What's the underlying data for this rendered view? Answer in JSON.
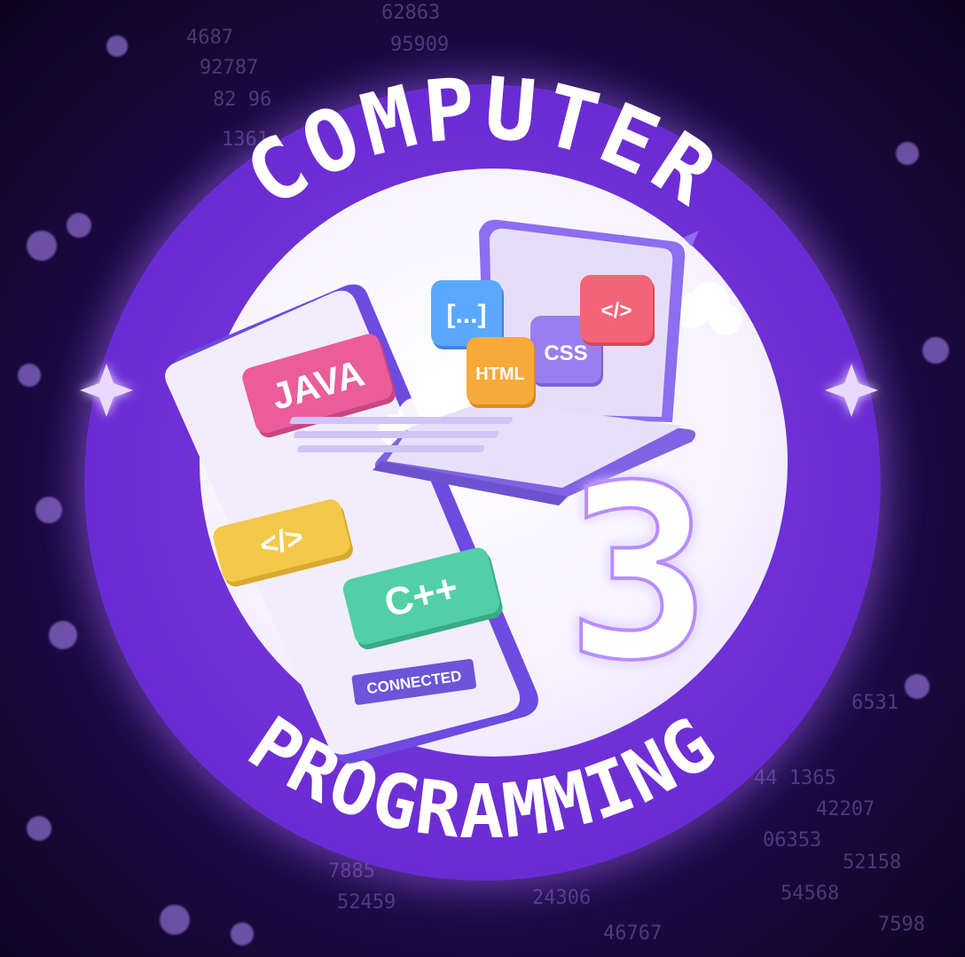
{
  "ring": {
    "top_text": "COMPUTER",
    "bottom_text": "PROGRAMMING"
  },
  "badge": {
    "number": "3"
  },
  "illustration": {
    "phone_tags": [
      "JAVA",
      "</>",
      "C++"
    ],
    "phone_status": "CONNECTED",
    "laptop_tags": [
      "[...]",
      "HTML",
      "CSS",
      "</>"
    ]
  },
  "background_numbers": [
    "62863",
    "4687",
    "95909",
    "92787",
    "82 96",
    "1361",
    "6531",
    "44 1365",
    "42207",
    "06353",
    "52158",
    "54568",
    "7885",
    "52459",
    "24306",
    "46767",
    "7598"
  ],
  "colors": {
    "ring": "#6a2bd2",
    "text": "#ffffff",
    "java": "#ea5d9a",
    "code": "#f4c84a",
    "cpp": "#52cfa6",
    "html": "#f7a93c",
    "css": "#9a7ef0",
    "red_tag": "#f46478",
    "blue_tag": "#5aa8ff"
  }
}
